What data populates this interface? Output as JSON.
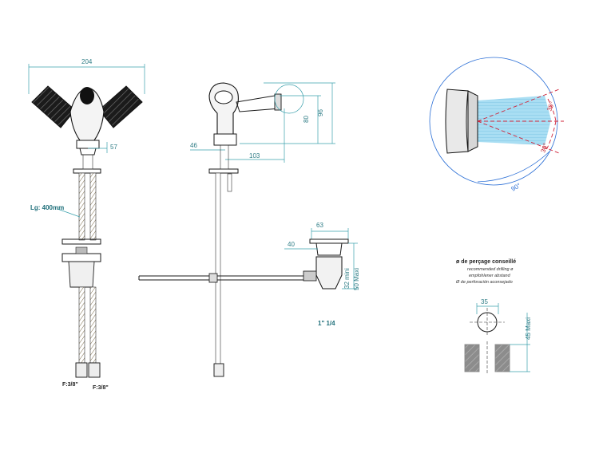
{
  "dimensions": {
    "width_total": "204",
    "spout_offset": "57",
    "hose_length": "Lg: 400mm",
    "inlet_left": "F:3/8\"",
    "inlet_right": "F:3/8\"",
    "dim_46": "46",
    "dim_103": "103",
    "dim_80": "80",
    "dim_96": "96",
    "waste_63": "63",
    "waste_40": "40",
    "waste_32_mini": "32 mini",
    "waste_50_maxi": "50 Maxi",
    "waste_thread": "1\" 1/4",
    "angle_35": "35°",
    "angle_30": "30°",
    "angle_90": "90°",
    "hole_35": "35",
    "hole_45_maxi": "45 Maxi"
  },
  "drilling_note": {
    "title": "ø de perçage conseillé",
    "en": "recommended drilling ø",
    "de": "empfohlener abstand",
    "es": "Ø de perforación aconsejado"
  },
  "colors": {
    "dimension_lines": "#3aa0ac",
    "angle_lines": "#d0243a",
    "spray_fill": "#8fd3f0",
    "detail_circle": "#2b6fd6"
  }
}
